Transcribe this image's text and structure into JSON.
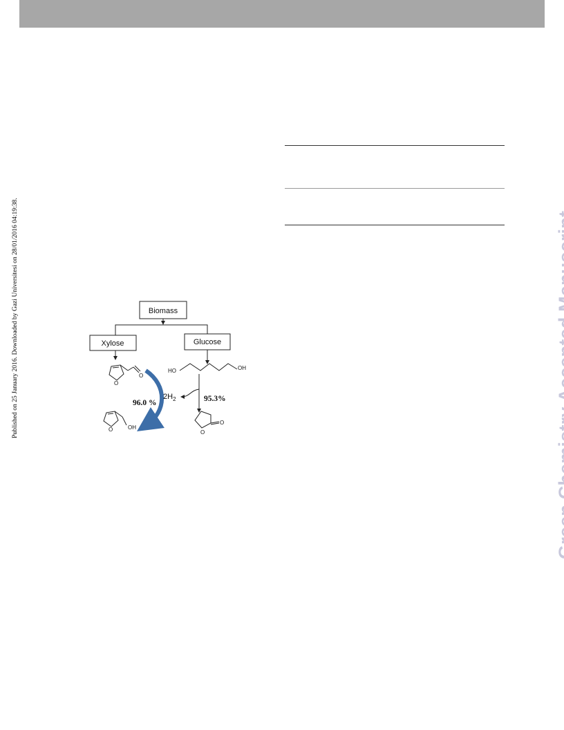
{
  "side_note": "Published on 25 January 2016. Downloaded by Gazi Universitesi on 28/01/2016 04:19:38.",
  "watermark": "Green Chemistry Accepted Manuscript",
  "scheme": {
    "biomass": "Biomass",
    "xylose": "Xylose",
    "glucose": "Glucose",
    "yield_left": "96.0 %",
    "yield_right": "95.3%",
    "h2_coef": "2H",
    "h2_sub": "2",
    "ho": "HO",
    "oh_right": "OH",
    "oh_bottom": "OH",
    "o_aldehyde": "O",
    "o_ring": "O",
    "o_ring2": "O",
    "o_lactone_ring": "O",
    "o_lactone_carbonyl": "O"
  },
  "colors": {
    "top_bar": "#a7a7a7",
    "watermark": "#c8c8dc",
    "arrow_blue": "#3d6ea8"
  }
}
